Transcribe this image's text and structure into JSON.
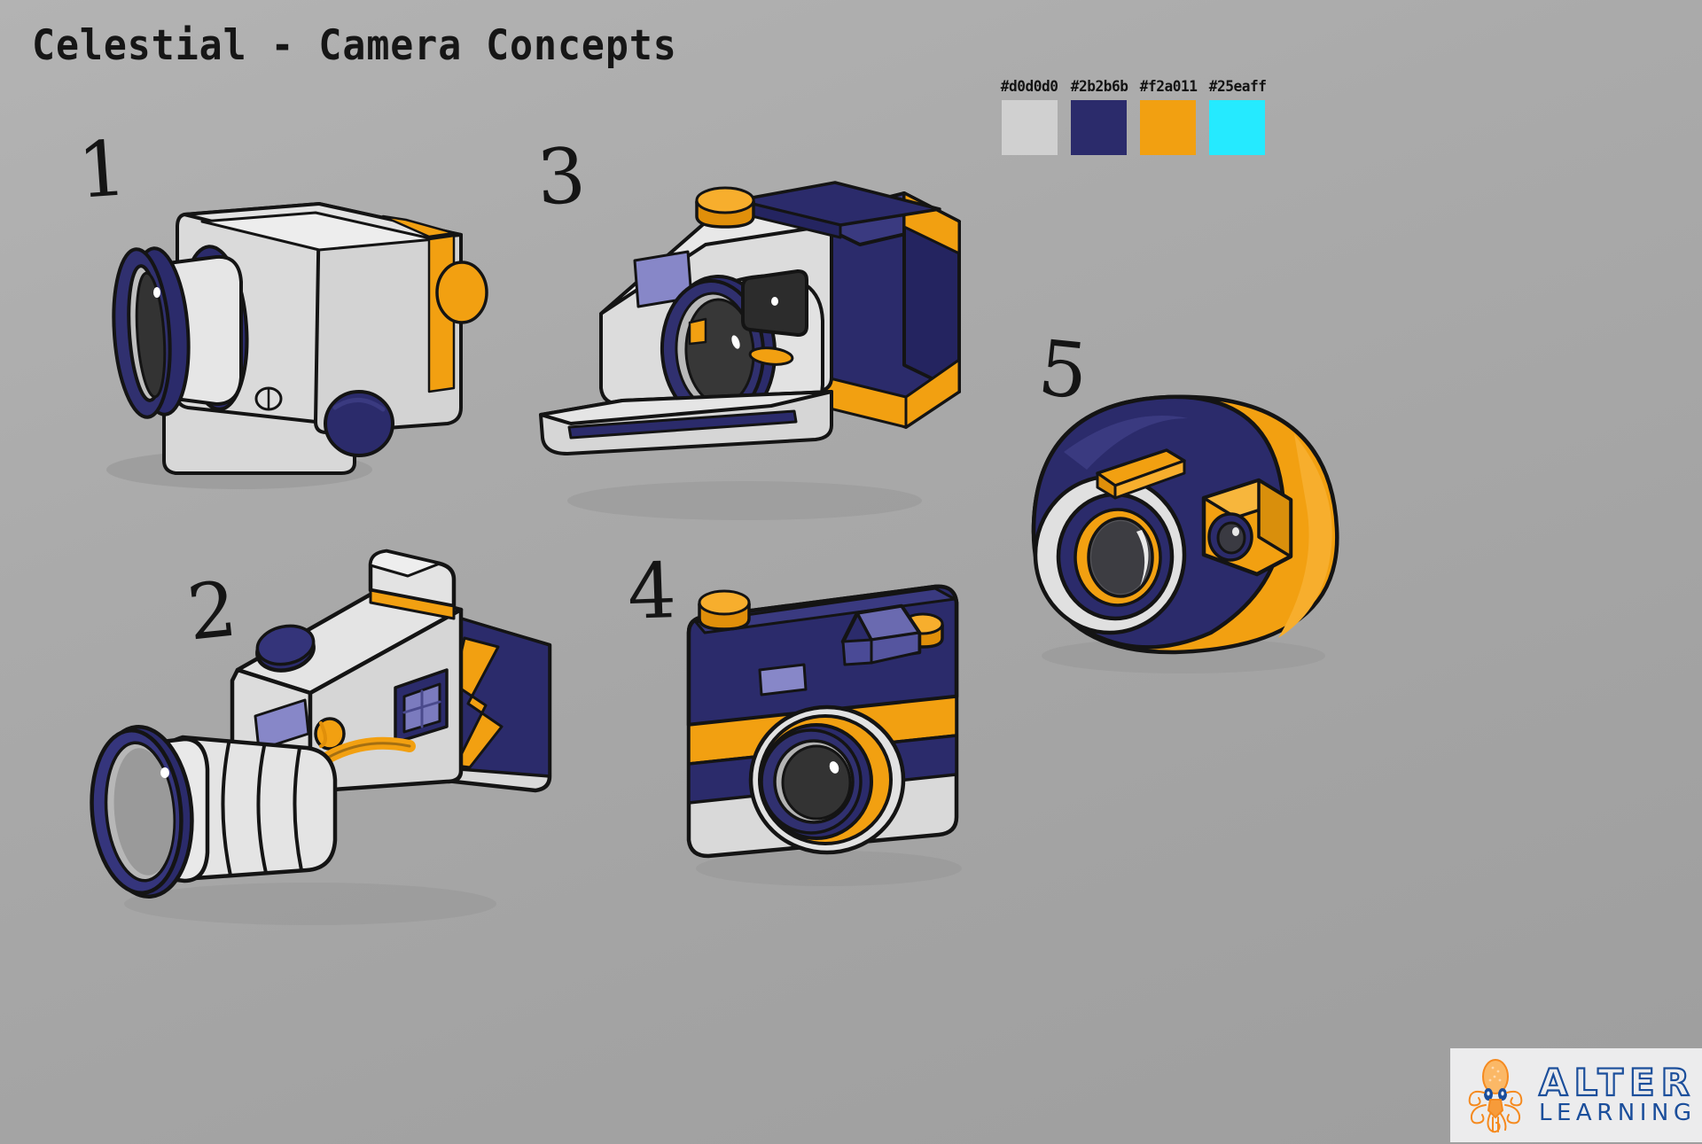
{
  "sheet": {
    "title": "Celestial - Camera Concepts",
    "background_color": "#a8a8a8"
  },
  "palette": {
    "swatches": [
      {
        "hex": "#d0d0d0",
        "label": "#d0d0d0",
        "name": "light-grey"
      },
      {
        "hex": "#2b2b6b",
        "label": "#2b2b6b",
        "name": "deep-navy"
      },
      {
        "hex": "#f2a011",
        "label": "#f2a011",
        "name": "amber-orange"
      },
      {
        "hex": "#25eaff",
        "label": "#25eaff",
        "name": "cyan"
      }
    ]
  },
  "concepts": [
    {
      "number": "1",
      "name": "boxy-action-camera"
    },
    {
      "number": "2",
      "name": "dslr-long-lens-camera"
    },
    {
      "number": "3",
      "name": "instant-print-camera"
    },
    {
      "number": "4",
      "name": "rangefinder-camera"
    },
    {
      "number": "5",
      "name": "spherical-camera"
    }
  ],
  "logo": {
    "primary": "ALTER",
    "secondary": "LEARNING",
    "mark": "octopus-icon",
    "mark_color": "#f58a1f",
    "text_color": "#1b4e9b",
    "plate_color": "#ececed"
  }
}
